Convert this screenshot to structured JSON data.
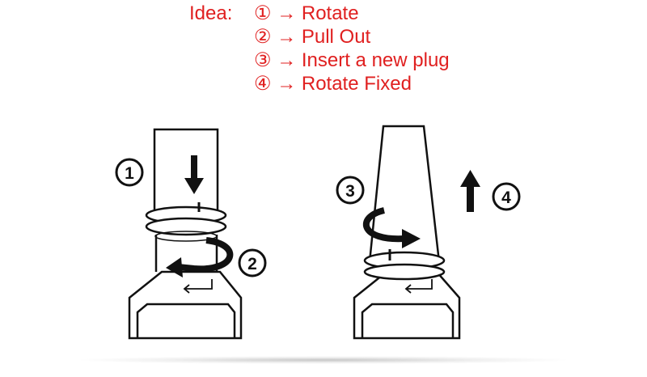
{
  "title": "Idea:",
  "steps": [
    {
      "marker": "①",
      "text": "→ Rotate"
    },
    {
      "marker": "②",
      "text": "→ Pull Out"
    },
    {
      "marker": "③",
      "text": "→ Insert a new plug"
    },
    {
      "marker": "④",
      "text": "→ Rotate Fixed"
    }
  ],
  "figure": {
    "left_labels": [
      "1",
      "2"
    ],
    "right_labels": [
      "3",
      "4"
    ]
  },
  "colors": {
    "title": "#e02020",
    "stroke": "#111111"
  }
}
